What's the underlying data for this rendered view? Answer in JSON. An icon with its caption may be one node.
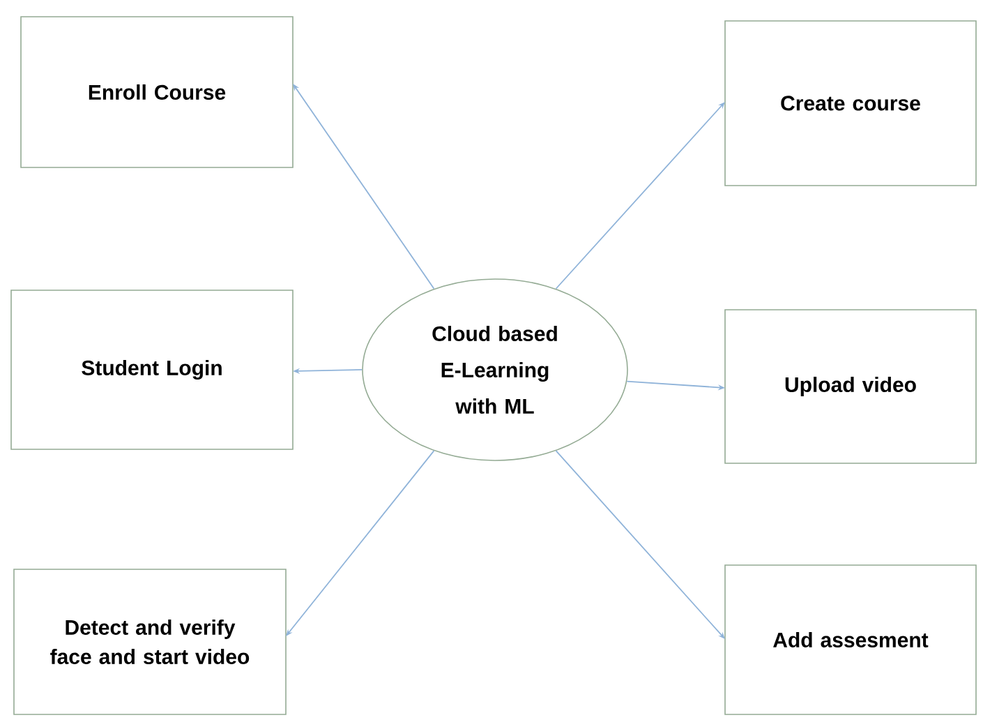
{
  "diagram": {
    "nodes": [
      {
        "text": [
          "Cloud based E-Learning with ML"
        ]
      },
      {
        "text": [
          "Enroll Course"
        ]
      },
      {
        "text": [
          "Create course"
        ]
      },
      {
        "text": [
          "Student Login"
        ]
      },
      {
        "text": [
          "Upload video"
        ]
      },
      {
        "text": [
          "Detect and verify face and start video"
        ]
      },
      {
        "text": [
          "Add assesment"
        ]
      }
    ],
    "edges": [
      {
        "from": 0,
        "to": 1,
        "arrow": "to"
      },
      {
        "from": 0,
        "to": 2,
        "arrow": "to"
      },
      {
        "from": 0,
        "to": 3,
        "arrow": "to"
      },
      {
        "from": 0,
        "to": 4,
        "arrow": "to"
      },
      {
        "from": 0,
        "to": 5,
        "arrow": "to"
      },
      {
        "from": 0,
        "to": 6,
        "arrow": "to"
      }
    ]
  }
}
